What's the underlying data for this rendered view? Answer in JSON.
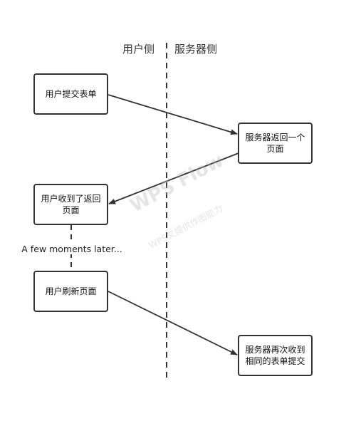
{
  "headers": {
    "client": "用户侧",
    "server": "服务器侧"
  },
  "nodes": {
    "submit_form": "用户提交表单",
    "server_return": "服务器返回一个页面",
    "user_received": "用户收到了返回页面",
    "user_refresh": "用户刷新页面",
    "server_resubmit": "服务器再次收到相同的表单提交"
  },
  "note": "A few moments later...",
  "watermark": {
    "main": "WPS Flow",
    "sub": "WPS文提供作图能力"
  },
  "colors": {
    "stroke": "#333333",
    "background": "#ffffff"
  }
}
